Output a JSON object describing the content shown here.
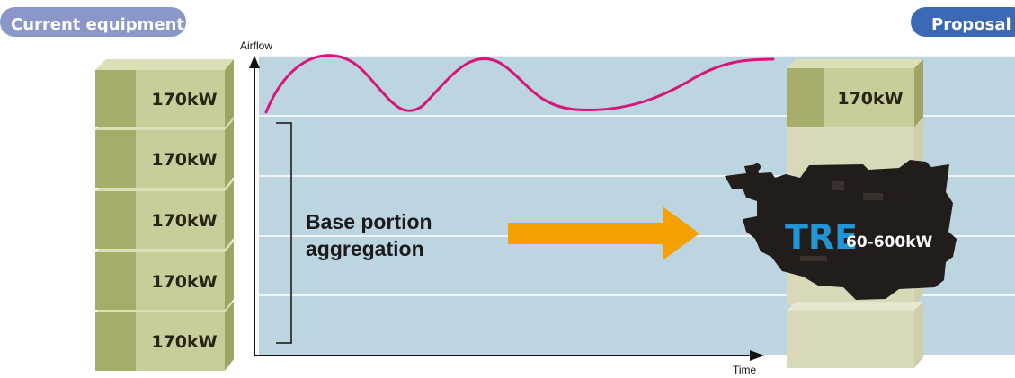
{
  "header": {
    "current_label": "Current equipment",
    "proposal_label": "Proposal"
  },
  "axes": {
    "y_label": "Airflow",
    "x_label": "Time"
  },
  "current_stack": {
    "units": [
      {
        "label": "170kW"
      },
      {
        "label": "170kW"
      },
      {
        "label": "170kW"
      },
      {
        "label": "170kW"
      },
      {
        "label": "170kW"
      }
    ]
  },
  "proposal_stack": {
    "top_unit_label": "170kW"
  },
  "main": {
    "base_line1": "Base portion",
    "base_line2": "aggregation"
  },
  "product": {
    "model": "TRE",
    "range": "60-600kW"
  },
  "colors": {
    "pill_current": "#8b96c9",
    "pill_proposal": "#3b69b5",
    "plot_bg": "#bcd5e1",
    "box_front": "#c9cd9a",
    "box_side": "#9ea563",
    "box_top": "#dcdfb3",
    "ghost_front": "#d9d9ba",
    "ghost_top": "#e6e6ce",
    "curve": "#d6177a",
    "arrow": "#f5a000",
    "machine": "#221c1a",
    "tre_text": "#2196d6"
  },
  "icons": {
    "arrow": "right-arrow-icon",
    "machine": "engine-silhouette-icon"
  }
}
